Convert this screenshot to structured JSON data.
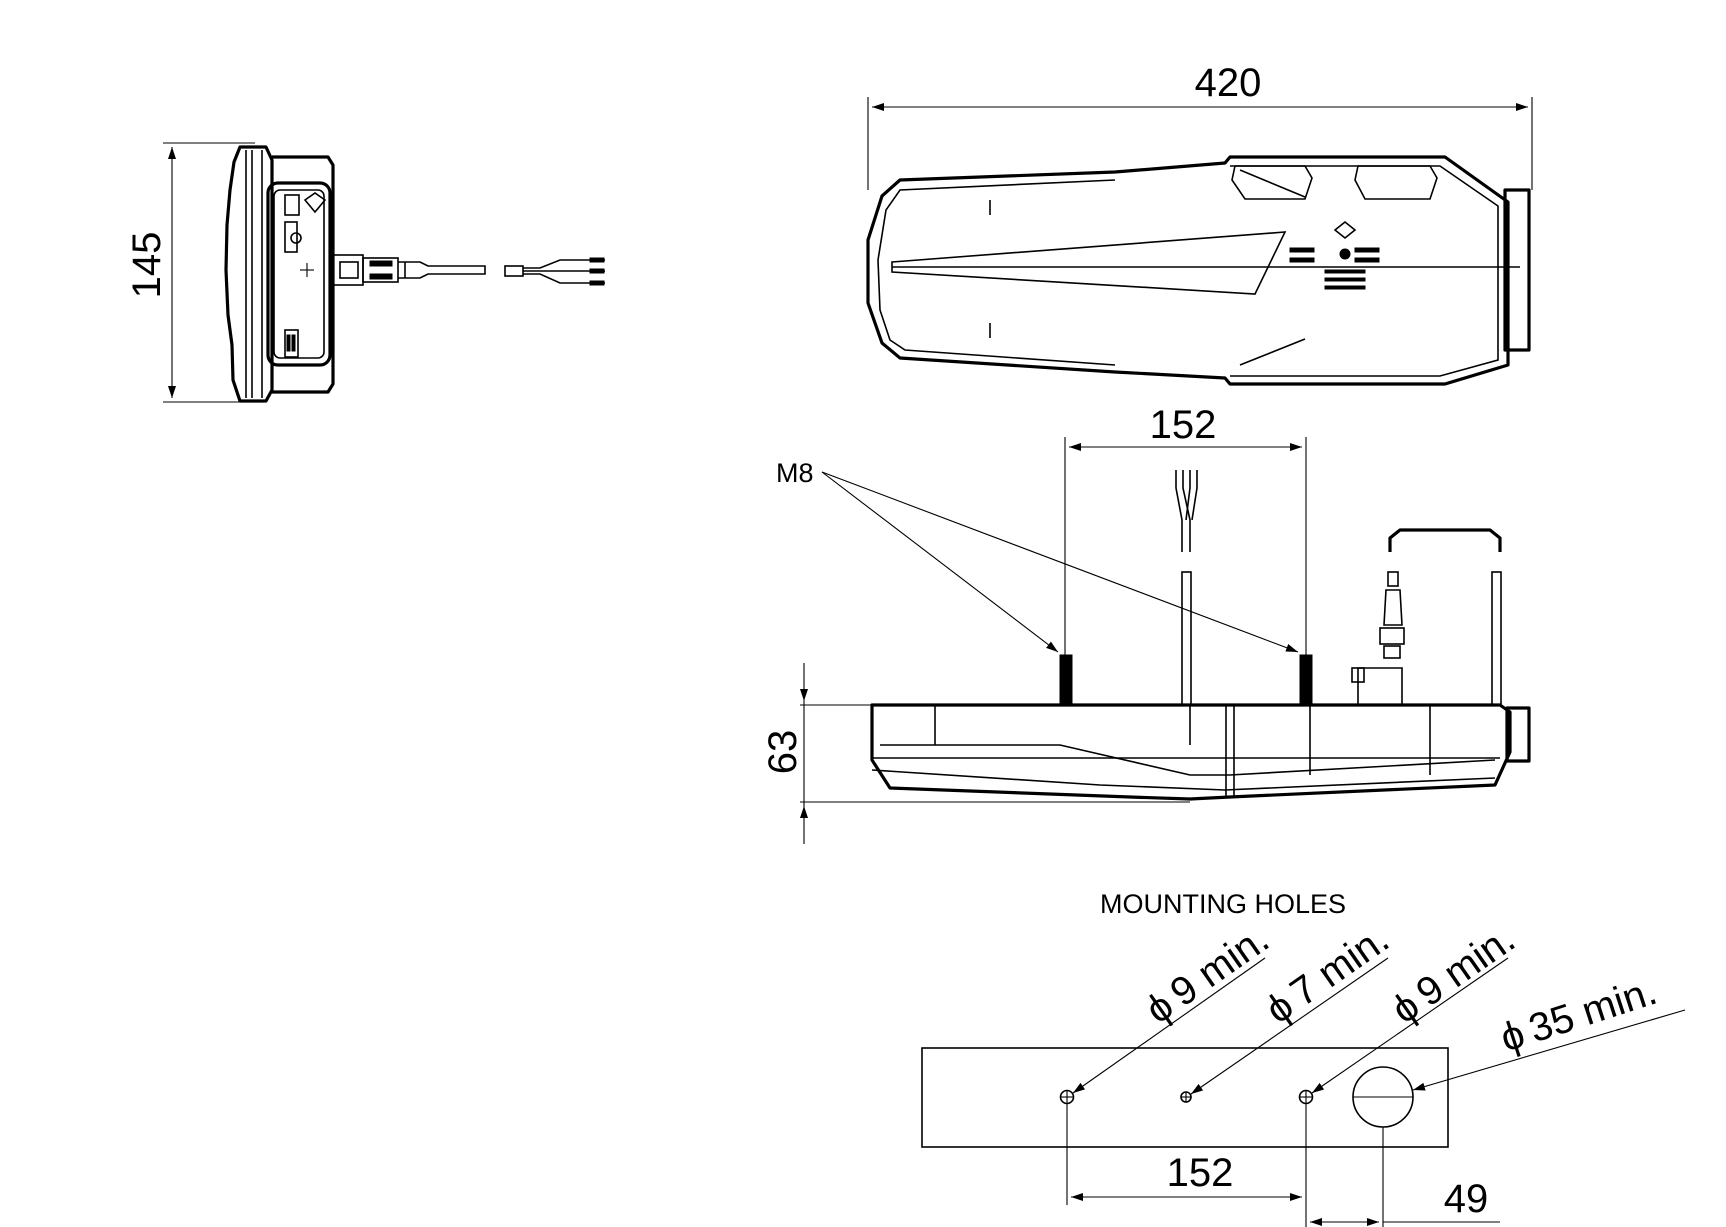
{
  "dimensions": {
    "top_width": "420",
    "side_height": "145",
    "bolt_spacing": "152",
    "front_height": "63",
    "hole_spacing": "152",
    "hole_offset": "49"
  },
  "labels": {
    "thread": "M8",
    "mounting_holes": "MOUNTING HOLES"
  },
  "holes": {
    "hole1": "9 min.",
    "hole2": "7 min.",
    "hole3": "9 min.",
    "hole4": "35 min.",
    "diameter_symbol": "ϕ"
  }
}
